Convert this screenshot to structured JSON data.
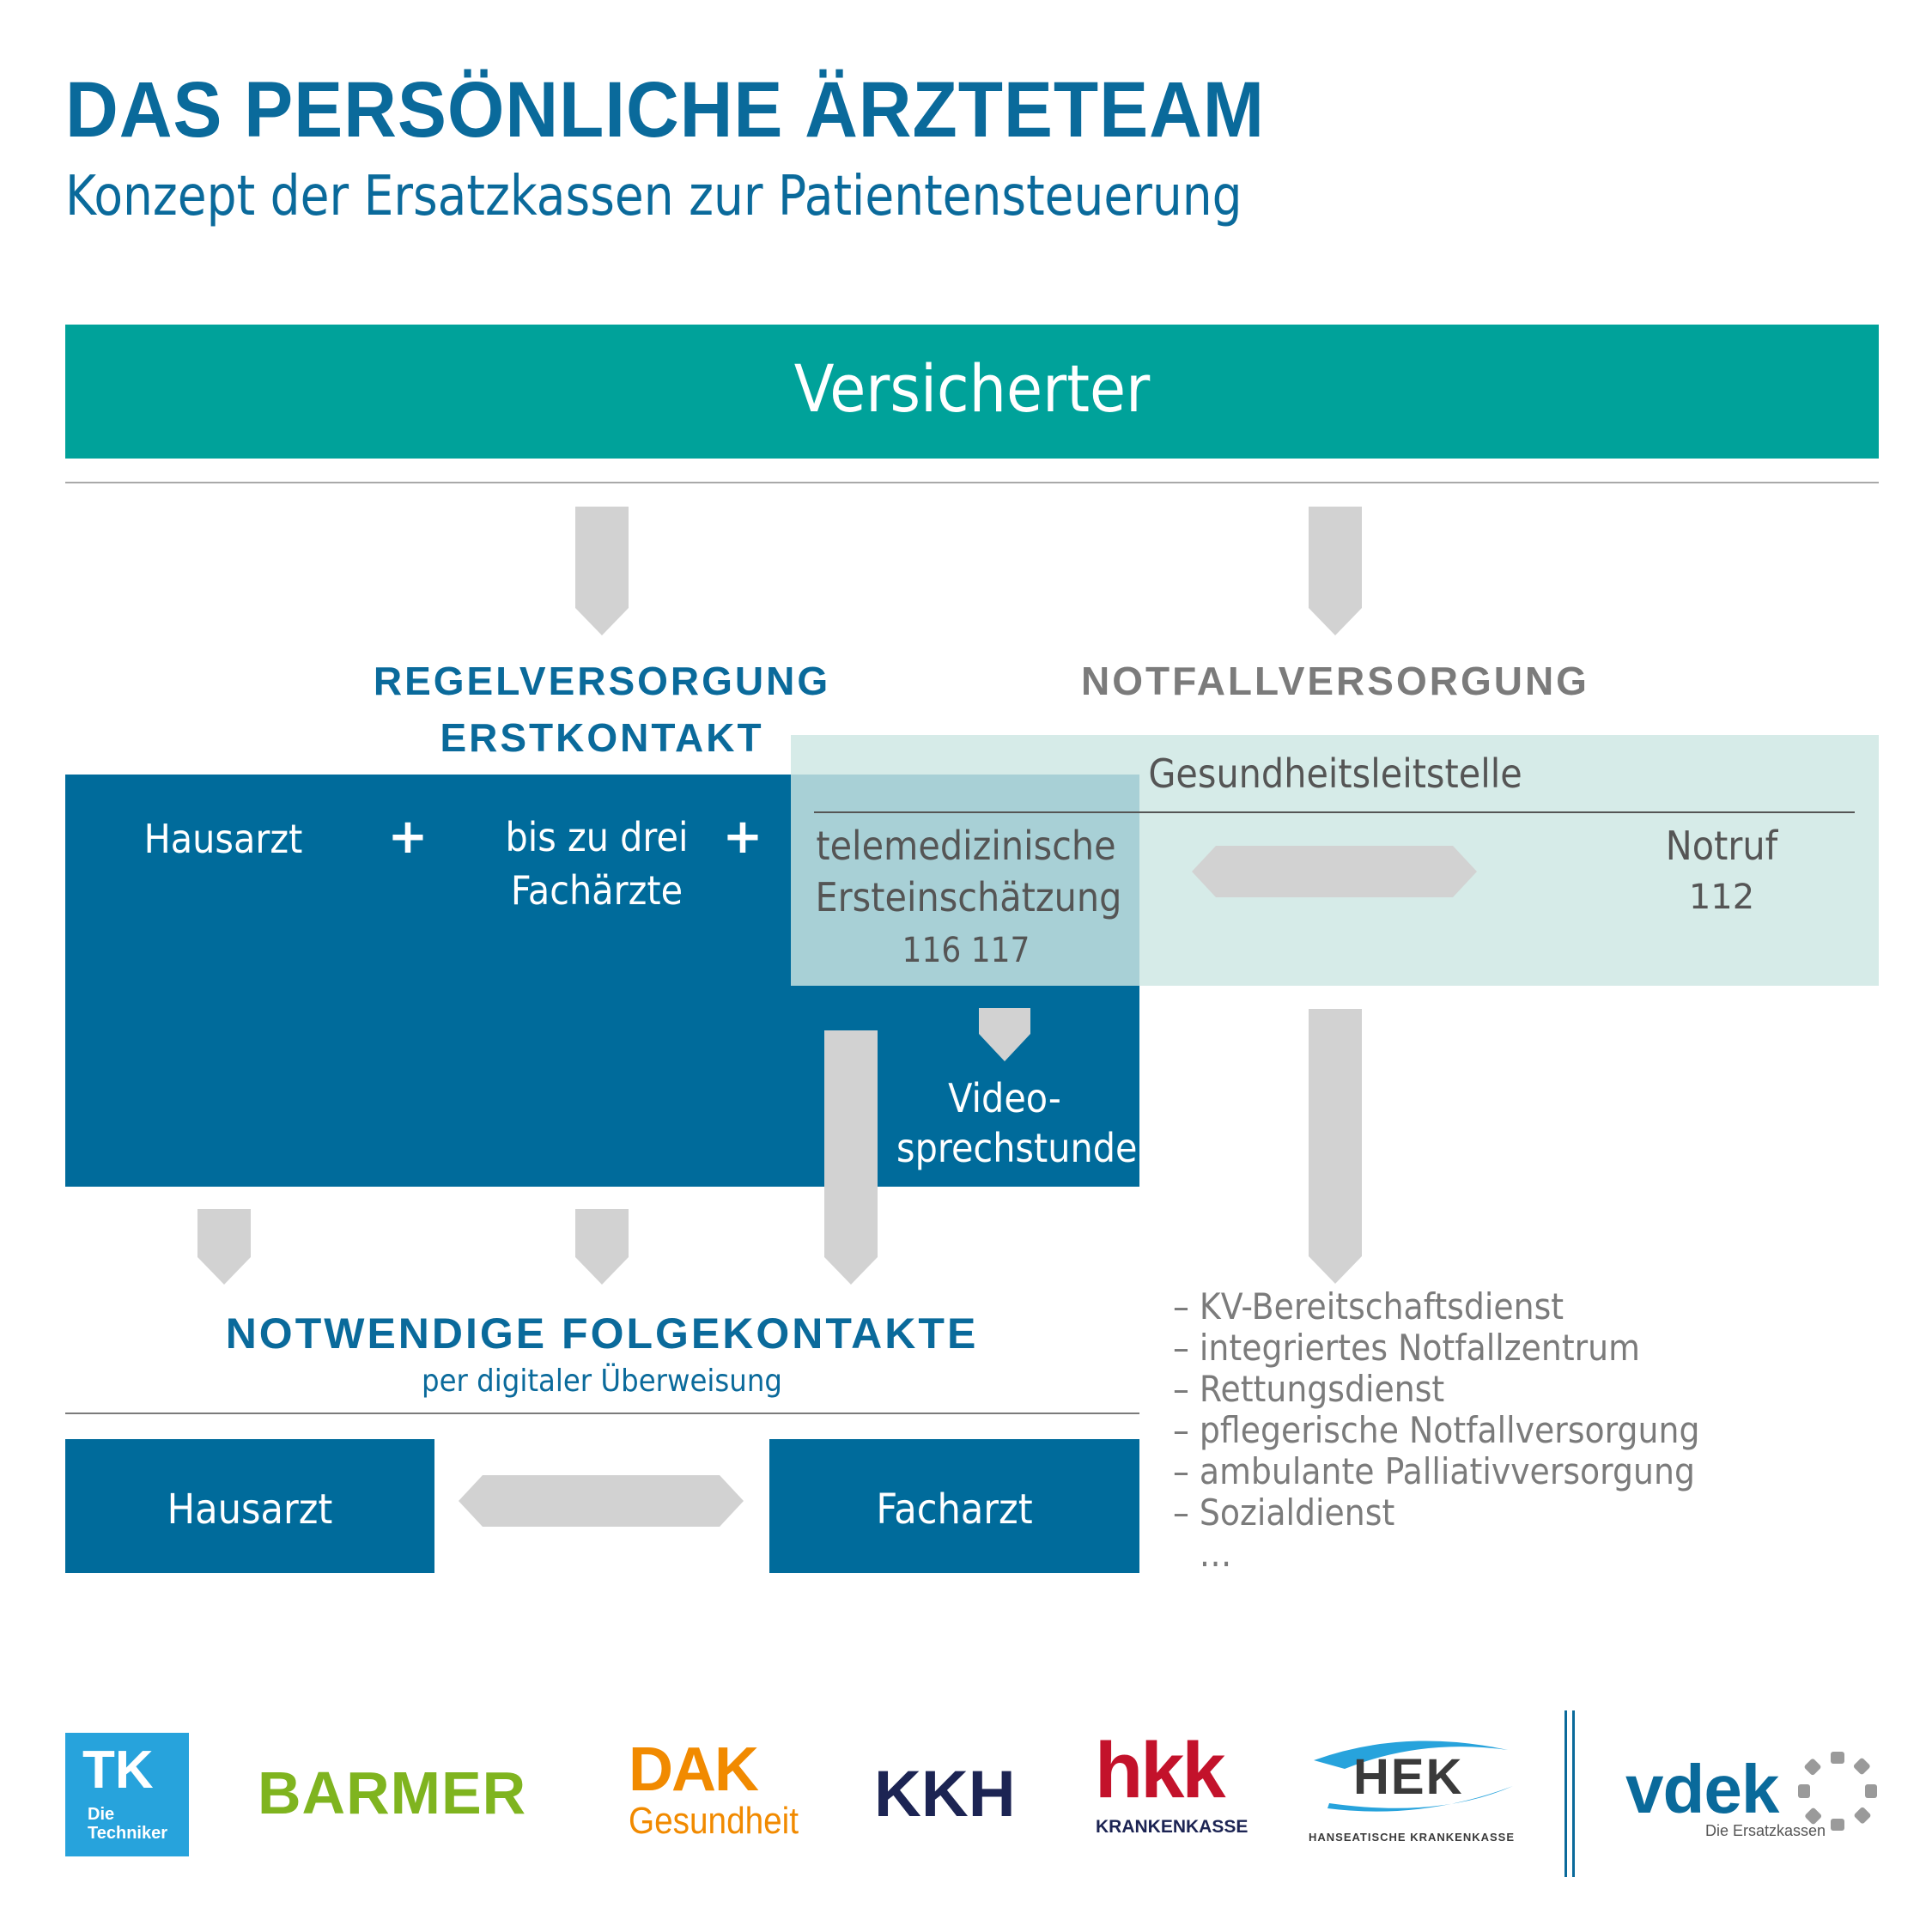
{
  "header": {
    "title": "DAS PERSÖNLICHE ÄRZTETEAM",
    "subtitle": "Konzept der Ersatzkassen zur Patientensteuerung"
  },
  "top_bar": {
    "label": "Versicherter"
  },
  "regel": {
    "heading_line1": "REGELVERSORGUNG",
    "heading_line2": "ERSTKONTAKT",
    "hausarzt": "Hausarzt",
    "plus": "+",
    "fachaerzte_line1": "bis zu drei",
    "fachaerzte_line2": "Fachärzte",
    "video_line1": "Video-",
    "video_line2": "sprechstunde"
  },
  "notfall": {
    "heading": "NOTFALLVERSORGUNG",
    "leitstelle": "Gesundheitsleitstelle",
    "tele_line1": "telemedizinische",
    "tele_line2": "Ersteinschätzung",
    "tele_number": "116 117",
    "notruf_label": "Notruf",
    "notruf_number": "112",
    "services": [
      "– KV-Bereitschaftsdienst",
      "– integriertes Notfallzentrum",
      "– Rettungsdienst",
      "– pflegerische Notfallversorgung",
      "– ambulante Palliativversorgung",
      "– Sozialdienst",
      "…"
    ]
  },
  "folge": {
    "heading": "NOTWENDIGE FOLGEKONTAKTE",
    "subheading": "per digitaler Überweisung",
    "hausarzt": "Hausarzt",
    "facharzt": "Facharzt"
  },
  "logos": {
    "tk_short": "TK",
    "tk_line1": "Die",
    "tk_line2": "Techniker",
    "barmer": "BARMER",
    "dak_line1": "DAK",
    "dak_line2": "Gesundheit",
    "kkh": "KKH",
    "hkk": "hkk",
    "hkk_sub": "KRANKENKASSE",
    "hek": "HEK",
    "hek_sub": "HANSEATISCHE KRANKENKASSE",
    "vdek": "vdek",
    "vdek_sub": "Die Ersatzkassen"
  },
  "colors": {
    "title_blue": "#0a6a9b",
    "teal": "#00a29a",
    "dark_blue": "#006b9b",
    "light_teal": "#cde7e3",
    "gray_arrow": "#d2d2d2",
    "gray_text": "#7b7b7b"
  }
}
